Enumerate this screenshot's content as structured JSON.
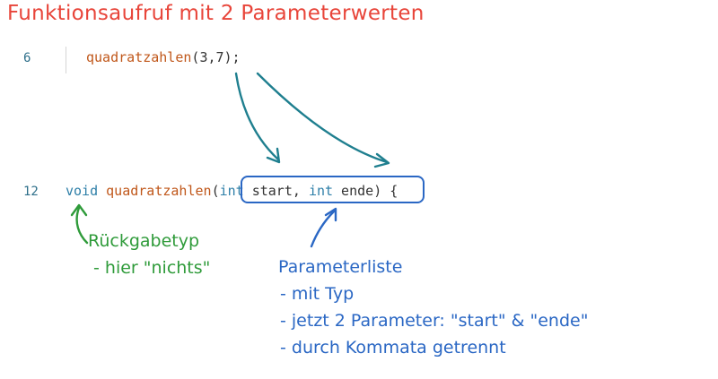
{
  "title": "Funktionsaufruf mit 2 Parameterwerten",
  "call_line": {
    "number": "6",
    "function": "quadratzahlen",
    "open": "(",
    "arg1": "3",
    "comma": ",",
    "arg2": "7",
    "close": ");"
  },
  "def_line": {
    "number": "12",
    "return_type": "void",
    "function": "quadratzahlen",
    "open": "(",
    "param1_type": "int",
    "param1_name": " start",
    "sep": ", ",
    "param2_type": "int",
    "param2_name": " ende",
    "close": ") {"
  },
  "annotation_return": {
    "line1": "Rückgabetyp",
    "line2": "- hier \"nichts\""
  },
  "annotation_params": {
    "heading": "Parameterliste",
    "items": [
      "- mit Typ",
      "- jetzt 2 Parameter: \"start\" & \"ende\"",
      "- durch Kommata getrennt"
    ]
  },
  "colors": {
    "title": "#e8453a",
    "arrow_teal": "#1f7f8f",
    "arrow_blue": "#2a67c4",
    "arrow_green": "#2f9b3a",
    "param_box": "#2a67c4"
  }
}
